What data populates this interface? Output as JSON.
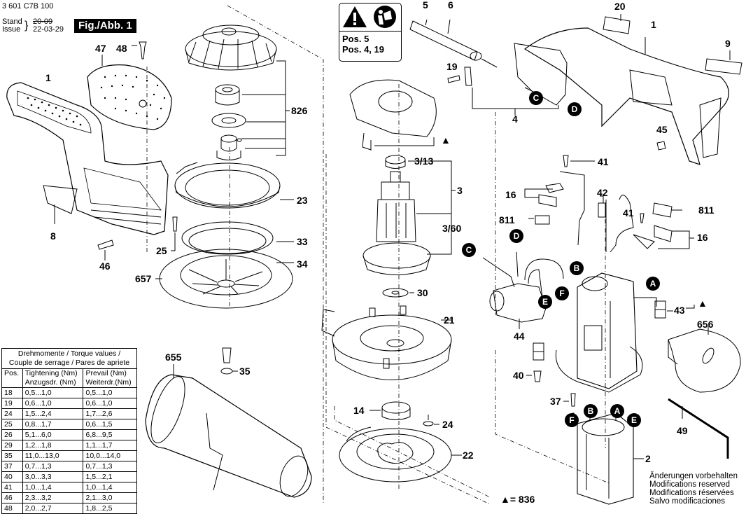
{
  "header": {
    "part_number": "3 601 C7B 100",
    "stand_label": "Stand",
    "issue_label": "Issue",
    "old_date": "20-09",
    "new_date": "22-03-29",
    "figure_label": "Fig./Abb. 1"
  },
  "warning_box": {
    "icons": [
      "warning-triangle-icon",
      "read-manual-icon"
    ],
    "lines": [
      "Pos. 5",
      "Pos. 4, 19"
    ]
  },
  "torque_table": {
    "title_line1": "Drehmomente / Torque values /",
    "title_line2": "Couple de serrage / Pares de apriete",
    "columns": [
      {
        "line1": "Pos.",
        "line2": ""
      },
      {
        "line1": "Tightening (Nm)",
        "line2": "Anzugsdr. (Nm)"
      },
      {
        "line1": "Prevail (Nm)",
        "line2": "Weiterdr.(Nm)"
      }
    ],
    "rows": [
      [
        "18",
        "0,5...1,0",
        "0,5...1,0"
      ],
      [
        "19",
        "0,6...1,0",
        "0,6...1,0"
      ],
      [
        "24",
        "1,5...2,4",
        "1,7...2,6"
      ],
      [
        "25",
        "0,8...1,7",
        "0,6...1,5"
      ],
      [
        "26",
        "5,1...6,0",
        "6,8...9,5"
      ],
      [
        "29",
        "1,2...1,8",
        "1,1...1,7"
      ],
      [
        "35",
        "11,0...13,0",
        "10,0...14,0"
      ],
      [
        "37",
        "0,7...1,3",
        "0,7...1,3"
      ],
      [
        "40",
        "3,0...3,3",
        "1,5...2,1"
      ],
      [
        "41",
        "1,0...1,4",
        "1,0...1,4"
      ],
      [
        "46",
        "2,3...3,2",
        "2,1...3,0"
      ],
      [
        "48",
        "2,0...2,7",
        "1,8...2,5"
      ]
    ]
  },
  "part_labels": {
    "p1_left": "1",
    "p47": "47",
    "p48": "48",
    "p8": "8",
    "p46": "46",
    "p826": "826",
    "p23": "23",
    "p25": "25",
    "p33": "33",
    "p34": "34",
    "p657": "657",
    "p655": "655",
    "p35": "35",
    "p5": "5",
    "p6": "6",
    "p19": "19",
    "p4": "4",
    "p3_13": "3/13",
    "p3": "3",
    "p3_60": "3/60",
    "p30": "30",
    "p21": "21",
    "p14": "14",
    "p24": "24",
    "p22": "22",
    "p20": "20",
    "p1_right": "1",
    "p9": "9",
    "p45": "45",
    "p41_top": "41",
    "p16_left": "16",
    "p42": "42",
    "p811_left": "811",
    "p41_mid": "41",
    "p811_right": "811",
    "p16_right": "16",
    "p43": "43",
    "p44": "44",
    "p656": "656",
    "p40": "40",
    "p37": "37",
    "p49": "49",
    "p2": "2"
  },
  "connector_markers": {
    "c_top": "C",
    "d_top": "D",
    "d_mid": "D",
    "c_mid": "C",
    "b_mid": "B",
    "a_mid": "A",
    "f_mid": "F",
    "e_mid": "E",
    "b_bot": "B",
    "a_bot": "A",
    "f_bot": "F",
    "e_bot": "E"
  },
  "legend": {
    "symbol": "▲",
    "text": "= 836"
  },
  "modifications_notice": [
    "Änderungen vorbehalten",
    "Modifications reserved",
    "Modifications réservées",
    "Salvo modificaciones"
  ]
}
